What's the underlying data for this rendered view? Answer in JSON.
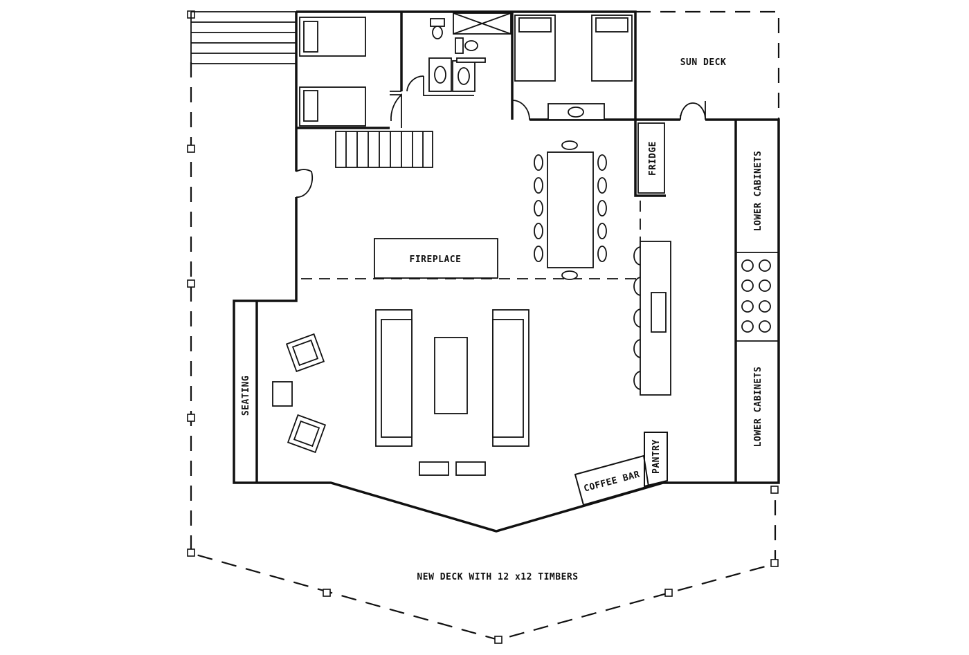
{
  "labels": {
    "sun_deck": "SUN DECK",
    "fridge": "FRIDGE",
    "lower_cabinets_top": "LOWER CABINETS",
    "lower_cabinets_bottom": "LOWER CABINETS",
    "fireplace": "FIREPLACE",
    "seating": "SEATING",
    "pantry": "PANTRY",
    "coffee_bar": "COFFEE BAR",
    "new_deck": "NEW DECK WITH 12 x12 TIMBERS"
  },
  "counts": {
    "dining_chairs_per_side": 5,
    "bar_stools": 5,
    "cooktop_burners": 8,
    "deck_posts": 10
  }
}
